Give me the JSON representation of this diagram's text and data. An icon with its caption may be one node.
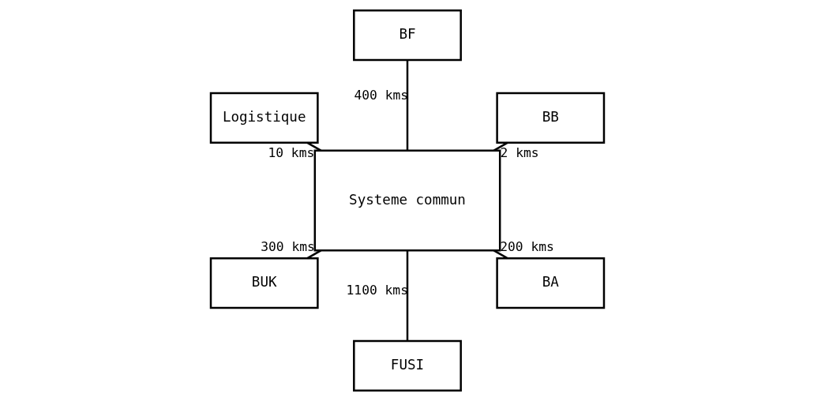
{
  "diagram": {
    "nodes": [
      {
        "text": [
          "BB"
        ]
      },
      {
        "text": [
          "BF"
        ]
      },
      {
        "text": [
          "Logistique"
        ]
      },
      {
        "text": [
          "BUK"
        ]
      },
      {
        "text": [
          "Systeme commun"
        ]
      },
      {
        "text": [
          "FUSI"
        ]
      },
      {
        "text": [
          "BA"
        ]
      }
    ],
    "edges": [
      {
        "from": 4,
        "to": 0,
        "arrow": "none",
        "label": "2 kms"
      },
      {
        "from": 4,
        "to": 1,
        "arrow": "none",
        "label": "400 kms"
      },
      {
        "from": 4,
        "to": 2,
        "arrow": "none",
        "label": "10 kms"
      },
      {
        "from": 4,
        "to": 3,
        "arrow": "none",
        "label": "300 kms"
      },
      {
        "from": 4,
        "to": 5,
        "arrow": "none",
        "label": "1100 kms"
      },
      {
        "from": 4,
        "to": 6,
        "arrow": "none",
        "label": "200 kms"
      }
    ]
  }
}
